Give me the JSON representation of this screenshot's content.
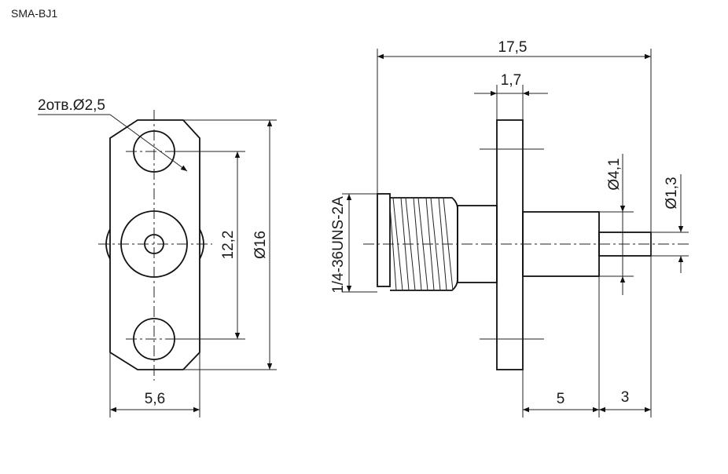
{
  "title": "SMA-BJ1",
  "front_view": {
    "holes_label": "2отв.Ø2,5",
    "hole_spacing": "12,2",
    "height": "Ø16",
    "width": "5,6"
  },
  "side_view": {
    "overall_length": "17,5",
    "flange_thickness": "1,7",
    "body_diameter": "Ø4,1",
    "pin_diameter": "Ø1,3",
    "thread": "1/4-36UNS-2A",
    "body_length": "5",
    "pin_length": "3"
  }
}
